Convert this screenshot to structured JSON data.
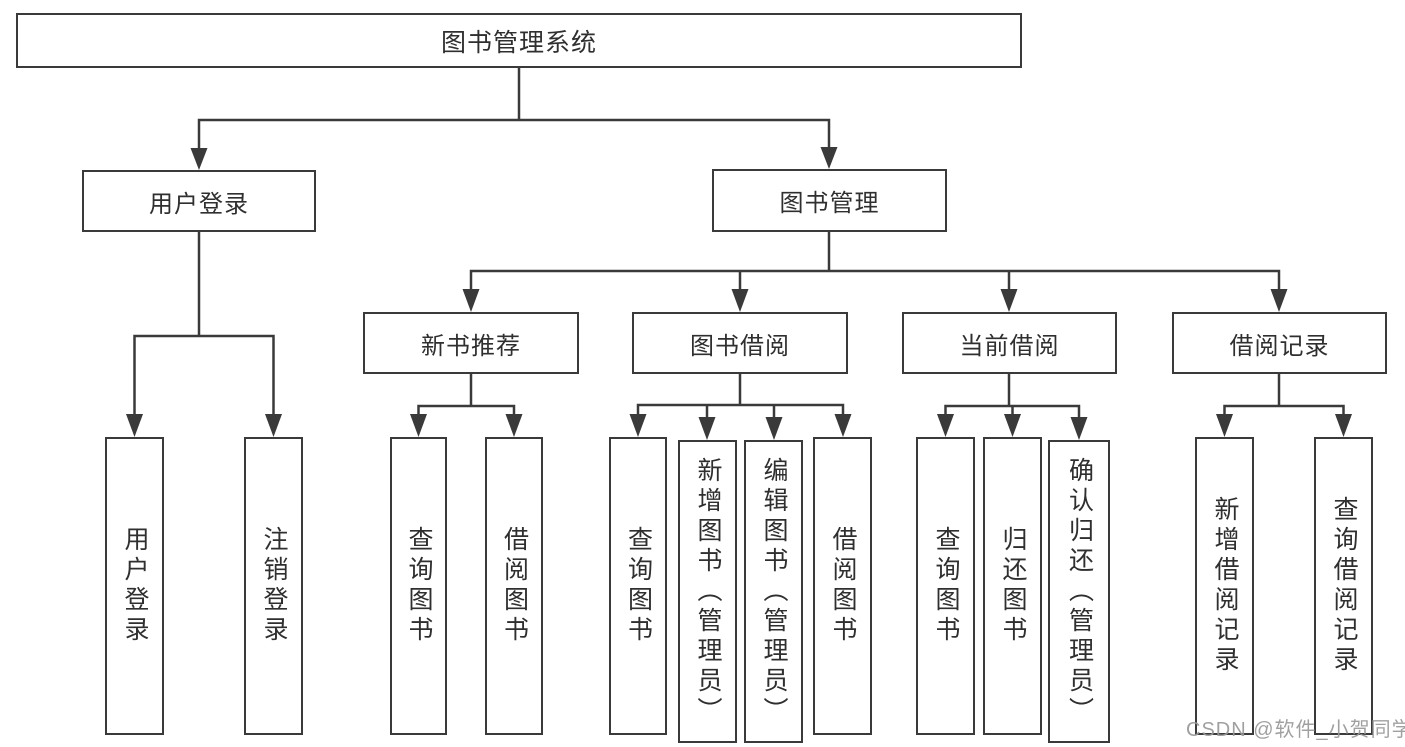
{
  "diagram": {
    "title": "图书管理系统",
    "branches": {
      "user_login": {
        "label": "用户登录",
        "children": [
          "用户登录",
          "注销登录"
        ]
      },
      "book_management": {
        "label": "图书管理",
        "sections": [
          {
            "label": "新书推荐",
            "children": [
              "查询图书",
              "借阅图书"
            ]
          },
          {
            "label": "图书借阅",
            "children": [
              "查询图书",
              "新增图书（管理员）",
              "编辑图书（管理员）",
              "借阅图书"
            ]
          },
          {
            "label": "当前借阅",
            "children": [
              "查询图书",
              "归还图书",
              "确认归还（管理员）"
            ]
          },
          {
            "label": "借阅记录",
            "children": [
              "新增借阅记录",
              "查询借阅记录"
            ]
          }
        ]
      }
    },
    "colors": {
      "line": "#3a3a3a",
      "text": "#2f2f2f",
      "watermark": "#999999",
      "background": "#ffffff"
    }
  },
  "watermark": "CSDN @软件_小贺同学"
}
